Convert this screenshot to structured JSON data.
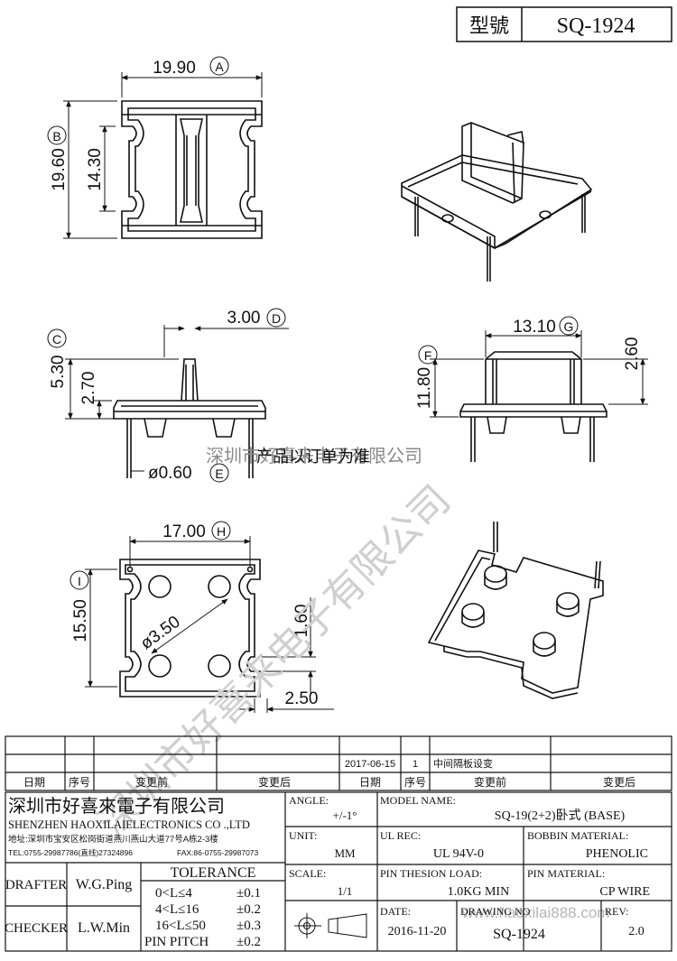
{
  "header": {
    "model_label": "型號",
    "model_value": "SQ-1924"
  },
  "watermark": {
    "company": "深圳市好喜来电子有限公司",
    "overlay": "深圳市好喜来电子有限公司",
    "note": "产品以订单为准",
    "website": "www.haoxilai888.com"
  },
  "top_view": {
    "width_dim": "19.90",
    "width_tag": "A",
    "height_dim": "19.60",
    "height_tag": "B",
    "inner_height_dim": "14.30"
  },
  "side_view": {
    "height_dim": "5.30",
    "height_tag": "C",
    "pin_dim": "3.00",
    "pin_tag": "D",
    "flange_dim": "2.70",
    "pin_dia": "ø0.60",
    "pin_dia_tag": "E"
  },
  "front_view": {
    "width_dim": "13.10",
    "width_tag": "G",
    "height_dim": "11.80",
    "height_tag": "F",
    "rail_dim": "2.60"
  },
  "bottom_view": {
    "width_dim": "17.00",
    "width_tag": "H",
    "height_dim": "15.50",
    "height_tag": "I",
    "hole_dia": "ø3.50",
    "slot_dim": "1.60",
    "edge_dim": "2.50"
  },
  "revision": {
    "rows": [
      {
        "date": "2017-06-15",
        "no": "1",
        "before": "中间隔板设变",
        "after": ""
      }
    ],
    "headers": [
      "日期",
      "序号",
      "变更前",
      "变更后",
      "日期",
      "序号",
      "变更前",
      "变更后"
    ]
  },
  "company": {
    "name_cn": "深圳市好喜來電子有限公司",
    "name_en": "SHENZHEN HAOXILAIELECTRONICS CO .,LTD",
    "address": "地址:深圳市宝安区松岗街道燕川燕山大道77号A栋2-3楼",
    "tel": "TEL:0755-29987786(直线)27324896",
    "fax": "FAX:86-0755-29987073"
  },
  "title_block": {
    "angle_label": "ANGLE:",
    "angle_value": "+/-1°",
    "model_name_label": "MODEL NAME:",
    "model_name_value": "SQ-19(2+2)卧式 (BASE)",
    "unit_label": "UNIT:",
    "unit_value": "MM",
    "ul_label": "UL REC:",
    "ul_value": "UL 94V-0",
    "bobbin_label": "BOBBIN MATERIAL:",
    "bobbin_value": "PHENOLIC",
    "scale_label": "SCALE:",
    "scale_value": "1/1",
    "load_label": "PIN THESION LOAD:",
    "load_value": "1.0KG MIN",
    "pin_mat_label": "PIN MATERIAL:",
    "pin_mat_value": "CP  WIRE",
    "date_label": "DATE:",
    "date_value": "2016-11-20",
    "drawing_label": "DRAWING NO",
    "drawing_value": "SQ-1924",
    "rev_label": "REV:",
    "rev_value": "2.0",
    "drafter_label": "DRAFTER",
    "drafter_value": "W.G.Ping",
    "checker_label": "CHECKER",
    "checker_value": "L.W.Min",
    "tolerance_title": "TOLERANCE",
    "tolerances": [
      {
        "range": "0<L≤4",
        "value": "±0.1"
      },
      {
        "range": "4<L≤16",
        "value": "±0.2"
      },
      {
        "range": "16<L≤50",
        "value": "±0.3"
      },
      {
        "range": "PIN PITCH",
        "value": "±0.2"
      }
    ]
  }
}
